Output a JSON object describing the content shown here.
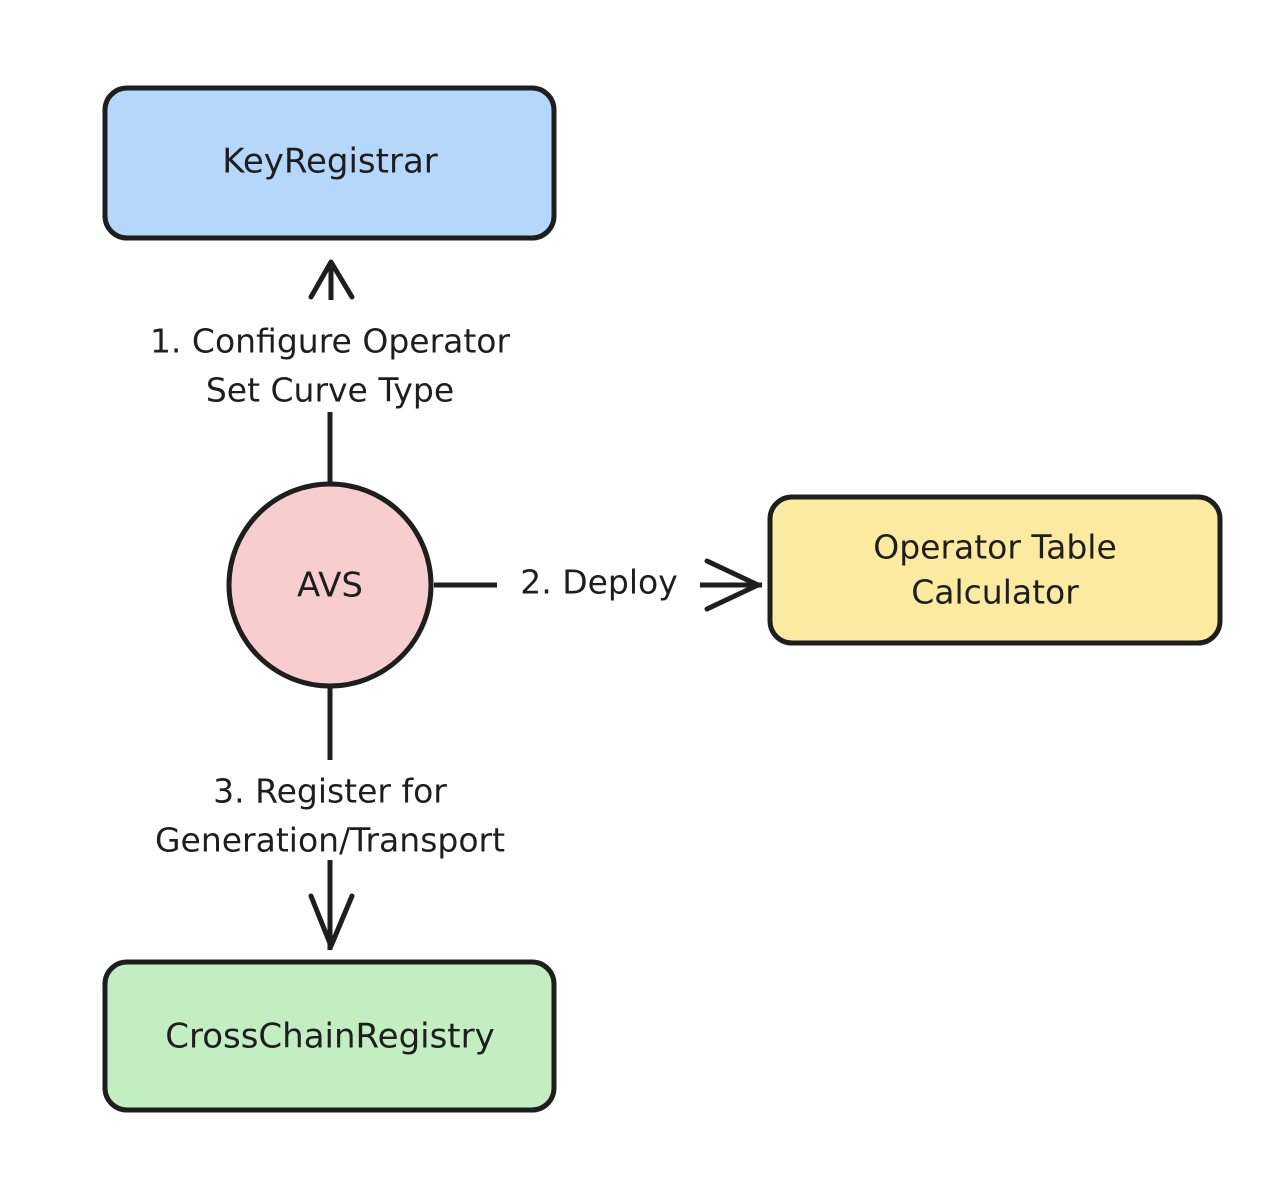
{
  "diagram": {
    "type": "flowchart",
    "title": "",
    "background_color": "#ffffff",
    "stroke_color": "#1e1e1e",
    "text_color": "#1e1e1e",
    "nodes": [
      {
        "id": "key-registrar",
        "label": "KeyRegistrar",
        "shape": "rounded-rectangle",
        "fill": "#b5d8fa"
      },
      {
        "id": "avs",
        "label": "AVS",
        "shape": "circle",
        "fill": "#f8cdcd"
      },
      {
        "id": "operator-table-calculator",
        "label_line1": "Operator Table",
        "label_line2": "Calculator",
        "shape": "rounded-rectangle",
        "fill": "#fbeaa0"
      },
      {
        "id": "cross-chain-registry",
        "label": "CrossChainRegistry",
        "shape": "rounded-rectangle",
        "fill": "#c2eec2"
      }
    ],
    "edges": [
      {
        "id": "edge-configure",
        "from": "avs",
        "to": "key-registrar",
        "label_line1": "1. Configure Operator",
        "label_line2": "Set Curve Type",
        "direction": "up",
        "arrow": "open"
      },
      {
        "id": "edge-deploy",
        "from": "avs",
        "to": "operator-table-calculator",
        "label_line1": "2. Deploy",
        "label_line2": "",
        "direction": "right",
        "arrow": "open"
      },
      {
        "id": "edge-register",
        "from": "avs",
        "to": "cross-chain-registry",
        "label_line1": "3. Register for",
        "label_line2": "Generation/Transport",
        "direction": "down",
        "arrow": "open"
      }
    ]
  }
}
